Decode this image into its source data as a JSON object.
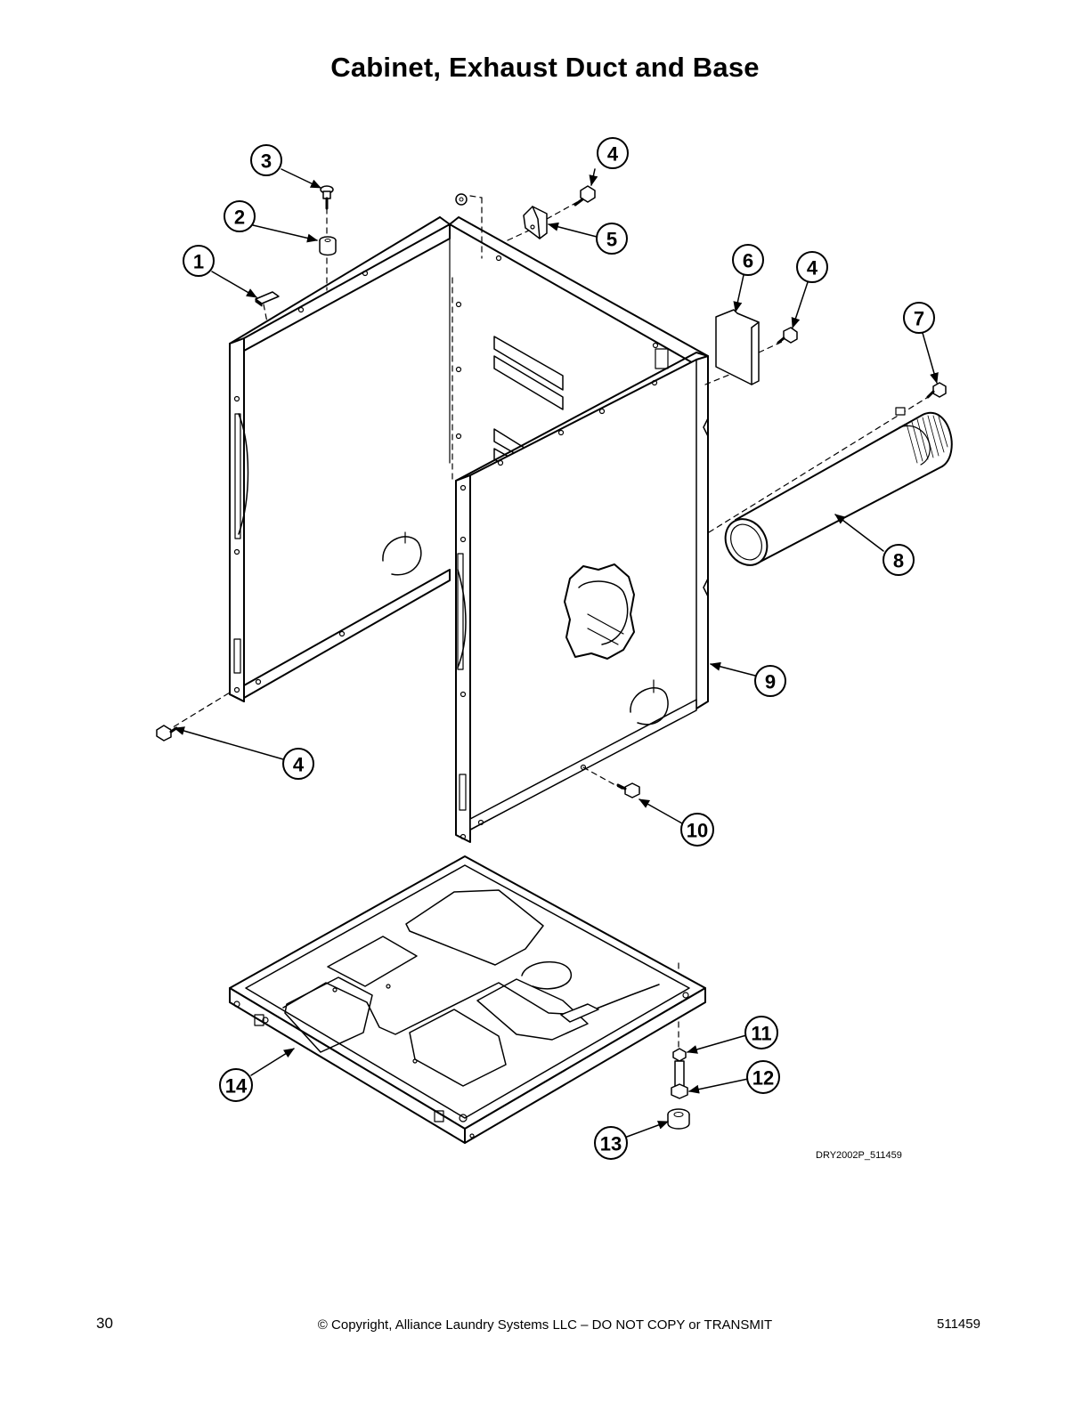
{
  "title": "Cabinet, Exhaust Duct and Base",
  "callouts": [
    {
      "id": "c1",
      "label": "1"
    },
    {
      "id": "c2",
      "label": "2"
    },
    {
      "id": "c3",
      "label": "3"
    },
    {
      "id": "c4a",
      "label": "4"
    },
    {
      "id": "c5",
      "label": "5"
    },
    {
      "id": "c6",
      "label": "6"
    },
    {
      "id": "c4b",
      "label": "4"
    },
    {
      "id": "c7",
      "label": "7"
    },
    {
      "id": "c8",
      "label": "8"
    },
    {
      "id": "c9",
      "label": "9"
    },
    {
      "id": "c4c",
      "label": "4"
    },
    {
      "id": "c10",
      "label": "10"
    },
    {
      "id": "c11",
      "label": "11"
    },
    {
      "id": "c12",
      "label": "12"
    },
    {
      "id": "c13",
      "label": "13"
    },
    {
      "id": "c14",
      "label": "14"
    }
  ],
  "figure_ref": "DRY2002P_511459",
  "footer": {
    "page_number": "30",
    "copyright": "© Copyright, Alliance Laundry Systems LLC – DO NOT COPY or TRANSMIT",
    "doc_number": "511459"
  }
}
